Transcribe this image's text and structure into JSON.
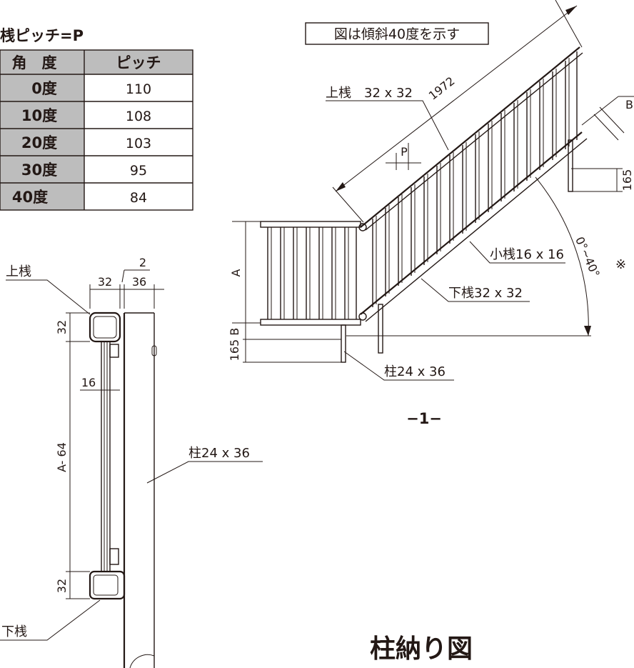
{
  "pitch_table": {
    "title": "桟ピッチ=P",
    "headers": [
      "角　度",
      "ピッチ"
    ],
    "rows": [
      {
        "angle": "0度",
        "pitch": "110"
      },
      {
        "angle": "10度",
        "pitch": "108"
      },
      {
        "angle": "20度",
        "pitch": "103"
      },
      {
        "angle": "30度",
        "pitch": "95"
      },
      {
        "angle": "40度",
        "pitch": "84"
      }
    ]
  },
  "side_view": {
    "note": "図は傾斜40度を示す",
    "length_dim": "1972",
    "top_rail": "上桟　32 x 32",
    "pitch_label": "P",
    "b_label": "B",
    "right_165": "165",
    "small_rail": "小桟16 x 16",
    "angle_range": "0°~40°",
    "bottom_rail": "下桟32 x 32",
    "height_a": "A",
    "left_165b": "165 B",
    "post": "柱24 x 36",
    "page_number": "−1−",
    "asterisk": "※"
  },
  "section_view": {
    "top_rail": "上桟",
    "dim_32_top_width": "32",
    "dim_2": "2",
    "dim_36": "36",
    "dim_32_top": "32",
    "dim_16": "16",
    "dim_a64": "A- 64",
    "dim_32_bottom": "32",
    "bottom_rail": "下桟",
    "post": "柱24 x 36",
    "title": "柱納り図"
  }
}
